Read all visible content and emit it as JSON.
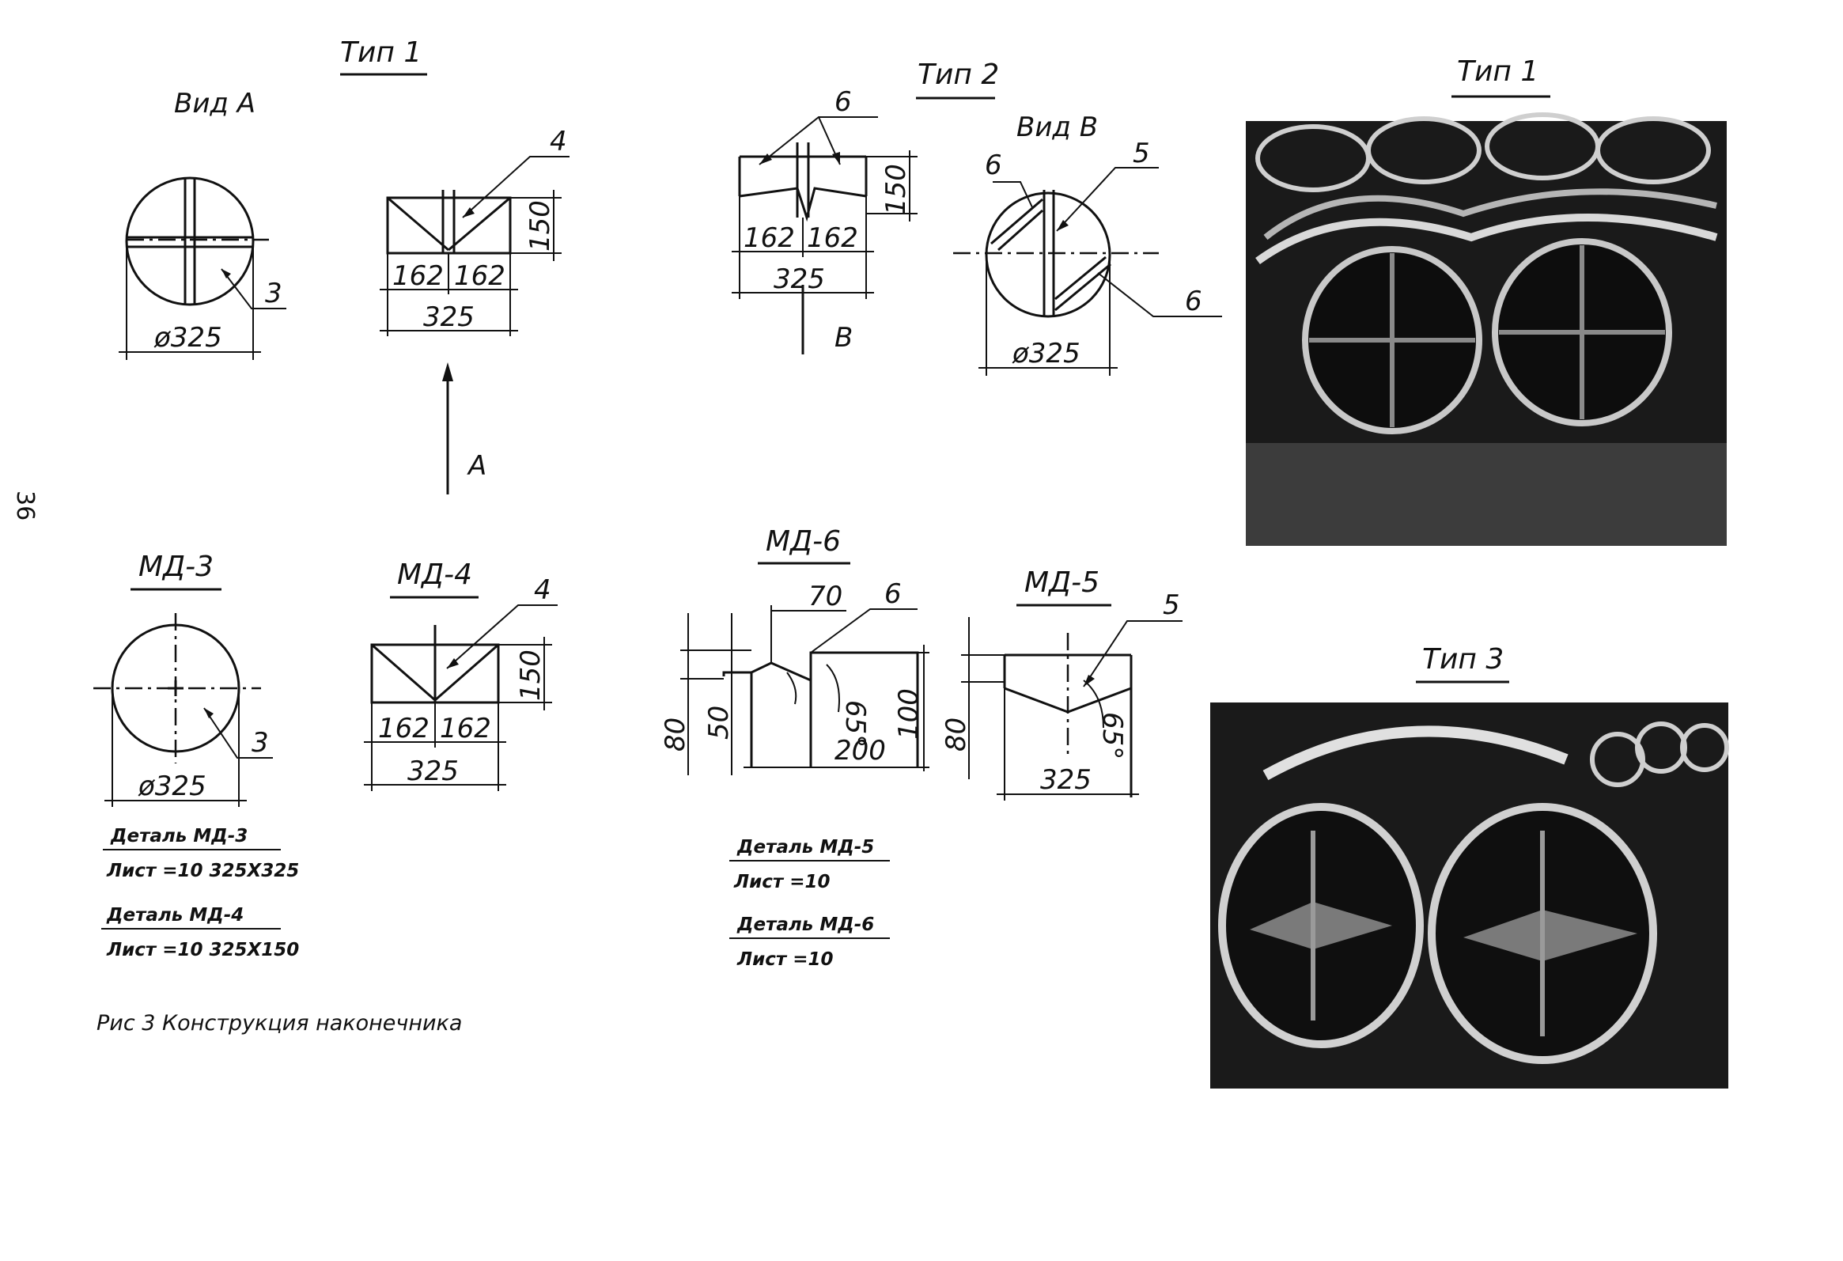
{
  "page_number": "36",
  "titles": {
    "tip1_drawing": "Тип 1",
    "tip2_drawing": "Тип 2",
    "tip1_photo": "Тип 1",
    "tip3_photo": "Тип 3",
    "vid_a": "Вид А",
    "vid_b": "Вид В",
    "md3": "МД-3",
    "md4": "МД-4",
    "md5": "МД-5",
    "md6": "МД-6"
  },
  "markers": {
    "a": "А",
    "b": "В",
    "pos3": "3",
    "pos4": "4",
    "pos5": "5",
    "pos6": "6"
  },
  "dimensions": {
    "d325": "ø325",
    "w325": "325",
    "w162": "162",
    "h150": "150",
    "w70": "70",
    "w200": "200",
    "h100": "100",
    "h80": "80",
    "h50": "50",
    "angle65": "65°"
  },
  "notes": {
    "md3_title": "Деталь МД-3",
    "md3_spec": "Лист =10  325Х325",
    "md4_title": "Деталь МД-4",
    "md4_spec": "Лист =10  325Х150",
    "md5_title": "Деталь МД-5",
    "md5_spec": "Лист =10",
    "md6_title": "Деталь МД-6",
    "md6_spec": "Лист =10"
  },
  "caption": "Рис 3  Конструкция наконечника",
  "photos": {
    "tip1": "photo-pipes-type1",
    "tip3": "photo-pipes-type3"
  },
  "colors": {
    "ink": "#111111",
    "paper": "#ffffff",
    "photo_dark": "#1a1a1a",
    "photo_light": "#d9d9d9"
  }
}
